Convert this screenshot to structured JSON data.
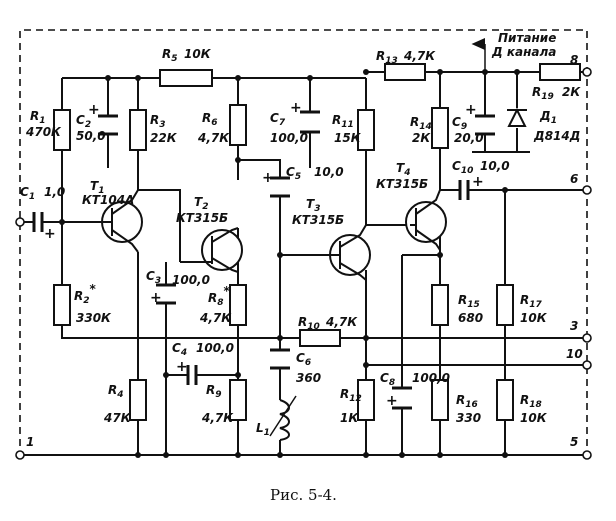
{
  "caption": "Рис. 5-4.",
  "power_label": [
    "Питание",
    "Д канала"
  ],
  "terminals": [
    "1",
    "3",
    "5",
    "6",
    "8",
    "10"
  ],
  "components": {
    "R1": {
      "ref": "R",
      "sub": "1",
      "value": "470К"
    },
    "R2": {
      "ref": "R",
      "sub": "2",
      "star": "*",
      "value": "330К"
    },
    "R3": {
      "ref": "R",
      "sub": "3",
      "value": "22К"
    },
    "R4": {
      "ref": "R",
      "sub": "4",
      "value": "47К"
    },
    "R5": {
      "ref": "R",
      "sub": "5",
      "value": "10К"
    },
    "R6": {
      "ref": "R",
      "sub": "6",
      "value": "4,7К"
    },
    "R8": {
      "ref": "R",
      "sub": "8",
      "star": "*",
      "value": "4,7К"
    },
    "R9": {
      "ref": "R",
      "sub": "9",
      "value": "4,7К"
    },
    "R10": {
      "ref": "R",
      "sub": "10",
      "value": "4,7К"
    },
    "R11": {
      "ref": "R",
      "sub": "11",
      "value": "15К"
    },
    "R12": {
      "ref": "R",
      "sub": "12",
      "value": "1К"
    },
    "R13": {
      "ref": "R",
      "sub": "13",
      "value": "4,7К"
    },
    "R14": {
      "ref": "R",
      "sub": "14",
      "value": "2К"
    },
    "R15": {
      "ref": "R",
      "sub": "15",
      "value": "680"
    },
    "R16": {
      "ref": "R",
      "sub": "16",
      "value": "330"
    },
    "R17": {
      "ref": "R",
      "sub": "17",
      "value": "10К"
    },
    "R18": {
      "ref": "R",
      "sub": "18",
      "value": "10К"
    },
    "R19": {
      "ref": "R",
      "sub": "19",
      "value": "2К"
    },
    "C1": {
      "ref": "C",
      "sub": "1",
      "value": "1,0"
    },
    "C2": {
      "ref": "C",
      "sub": "2",
      "value": "50,0"
    },
    "C3": {
      "ref": "C",
      "sub": "3",
      "value": "100,0"
    },
    "C4": {
      "ref": "C",
      "sub": "4",
      "value": "100,0"
    },
    "C5": {
      "ref": "C",
      "sub": "5",
      "value": "10,0"
    },
    "C6": {
      "ref": "C",
      "sub": "6",
      "value": "360"
    },
    "C7": {
      "ref": "C",
      "sub": "7",
      "value": "100,0"
    },
    "C8": {
      "ref": "C",
      "sub": "8",
      "value": "100,0"
    },
    "C9": {
      "ref": "C",
      "sub": "9",
      "value": "20,0"
    },
    "C10": {
      "ref": "C",
      "sub": "10",
      "value": "10,0"
    },
    "T1": {
      "ref": "T",
      "sub": "1",
      "value": "КТ104А"
    },
    "T2": {
      "ref": "T",
      "sub": "2",
      "value": "КТ315Б"
    },
    "T3": {
      "ref": "T",
      "sub": "3",
      "value": "КТ315Б"
    },
    "T4": {
      "ref": "T",
      "sub": "4",
      "value": "КТ315Б"
    },
    "L1": {
      "ref": "L",
      "sub": "1",
      "value": ""
    },
    "D1": {
      "ref": "Д",
      "sub": "1",
      "value": "Д814Д"
    }
  }
}
